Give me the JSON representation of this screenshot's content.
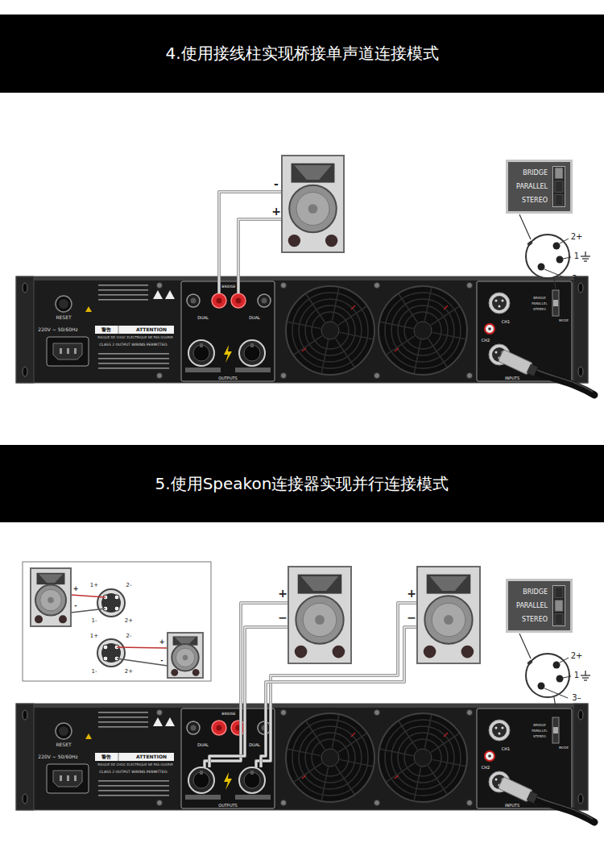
{
  "diagram": {
    "nodes": [
      {
        "text": [
          "4.使用接线柱实现桥接单声道连接模式"
        ]
      },
      {
        "text": [
          "BRIDGE",
          "PARALLEL",
          "STEREO"
        ]
      },
      {
        "text": [
          "5.使用Speakon连接器实现并行连接模式"
        ]
      },
      {
        "text": [
          "BRIDGE",
          "PARALLEL",
          "STEREO"
        ]
      }
    ],
    "labels": [
      "-",
      "+",
      "2+",
      "1",
      "3–",
      "RESET",
      "220V ~ 50/60Hz",
      "警告",
      "ATTENTION",
      "RISQUE DE CHOC ELECTRIQUE NE PAS OUVRIR",
      "CLASS 2 OUTPUT WIRING PERMITTED.",
      "BRIDGE",
      "DUAL",
      "DUAL",
      "OUTPUTS",
      "CH1",
      "CH2",
      "BRIDGE",
      "PARALLEL",
      "STEREO",
      "MODE",
      "INPUTS",
      "+",
      "-",
      "1+",
      "2-",
      "1-",
      "2+",
      "1+",
      "2-",
      "1-",
      "2+",
      "+",
      "-",
      "+",
      "−",
      "+",
      "−",
      "2+",
      "1",
      "3–",
      "RESET",
      "220V ~ 50/60Hz",
      "警告",
      "ATTENTION",
      "RISQUE DE CHOC ELECTRIQUE NE PAS OUVRIR",
      "CLASS 2 OUTPUT WIRING PERMITTED.",
      "BRIDGE",
      "DUAL",
      "DUAL",
      "OUTPUTS",
      "CH1",
      "CH2",
      "BRIDGE",
      "PARALLEL",
      "STEREO",
      "MODE",
      "INPUTS"
    ]
  }
}
